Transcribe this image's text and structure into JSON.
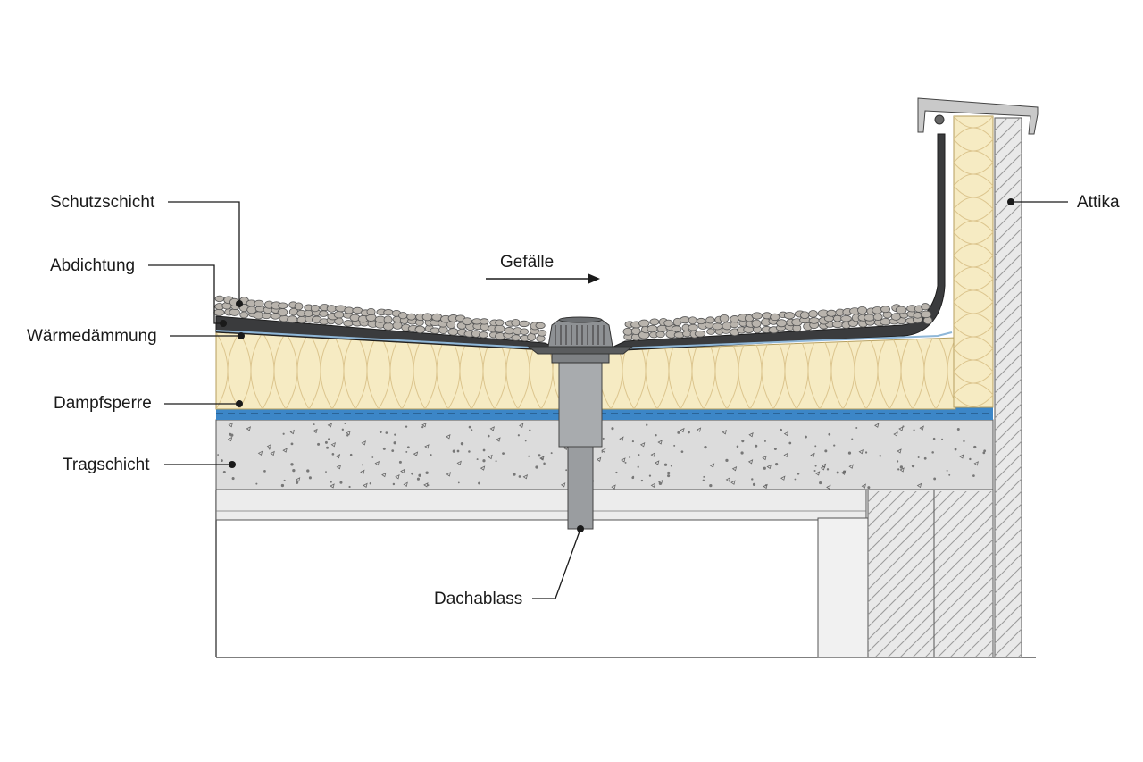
{
  "labels": {
    "schutzschicht": "Schutzschicht",
    "abdichtung": "Abdichtung",
    "waermedaemmung": "Wärmedämmung",
    "dampfsperre": "Dampfsperre",
    "tragschicht": "Tragschicht",
    "attika": "Attika",
    "dachablass": "Dachablass",
    "gefaelle": "Gefälle"
  },
  "colors": {
    "insulation": "#f6ebc3",
    "insulation_lines": "#dcc58e",
    "membrane": "#3a3b3d",
    "vapor_barrier": "#3c86c7",
    "concrete": "#dcdcdc",
    "gravel": "#b9b4ad",
    "drain": "#8e9194",
    "wall_hatch": "#9a9a9a"
  }
}
